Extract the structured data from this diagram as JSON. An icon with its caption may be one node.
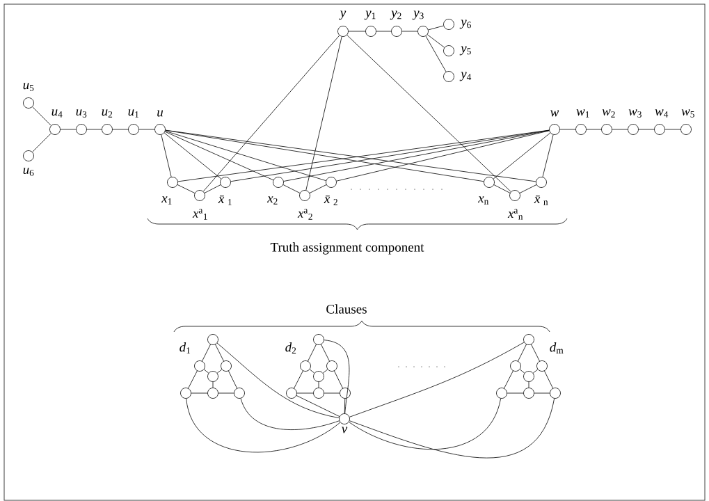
{
  "diagram": {
    "nodes": [
      {
        "text": [],
        "shape": "circle",
        "beside": [
          "*y*"
        ]
      },
      {
        "text": [],
        "shape": "circle",
        "beside": [
          "*y*$_{1}$"
        ]
      },
      {
        "text": [],
        "shape": "circle",
        "beside": [
          "*y*$_{2}$"
        ]
      },
      {
        "text": [],
        "shape": "circle",
        "beside": [
          "*y*$_{3}$"
        ]
      },
      {
        "text": [],
        "shape": "circle",
        "beside": [
          "*y*$_{6}$"
        ]
      },
      {
        "text": [],
        "shape": "circle",
        "beside": [
          "*y*$_{5}$"
        ]
      },
      {
        "text": [],
        "shape": "circle",
        "beside": [
          "*y*$_{4}$"
        ]
      },
      {
        "text": [],
        "shape": "circle",
        "beside": [
          "*u*$_{5}$"
        ]
      },
      {
        "text": [],
        "shape": "circle",
        "beside": [
          "*u*$_{4}$"
        ]
      },
      {
        "text": [],
        "shape": "circle",
        "beside": [
          "*u*$_{3}$"
        ]
      },
      {
        "text": [],
        "shape": "circle",
        "beside": [
          "*u*$_{2}$"
        ]
      },
      {
        "text": [],
        "shape": "circle",
        "beside": [
          "*u*$_{1}$"
        ]
      },
      {
        "text": [],
        "shape": "circle",
        "beside": [
          "*u*"
        ]
      },
      {
        "text": [],
        "shape": "circle",
        "beside": [
          "*u*$_{6}$"
        ]
      },
      {
        "text": [],
        "shape": "circle",
        "beside": [
          "*w*"
        ]
      },
      {
        "text": [],
        "shape": "circle",
        "beside": [
          "*w*$_{1}$"
        ]
      },
      {
        "text": [],
        "shape": "circle",
        "beside": [
          "*w*$_{2}$"
        ]
      },
      {
        "text": [],
        "shape": "circle",
        "beside": [
          "*w*$_{3}$"
        ]
      },
      {
        "text": [],
        "shape": "circle",
        "beside": [
          "*w*$_{4}$"
        ]
      },
      {
        "text": [],
        "shape": "circle",
        "beside": [
          "*w*$_{5}$"
        ]
      },
      {
        "text": [],
        "shape": "circle",
        "beside": [
          "*x*$_{1}$"
        ]
      },
      {
        "text": [],
        "shape": "circle",
        "beside": [
          "*x*$^{a}$$_{1}$"
        ]
      },
      {
        "text": [],
        "shape": "circle",
        "beside": [
          "*x̄*$_{1}$"
        ]
      },
      {
        "text": [],
        "shape": "circle",
        "beside": [
          "*x*$_{2}$"
        ]
      },
      {
        "text": [],
        "shape": "circle",
        "beside": [
          "*x*$^{a}$$_{2}$"
        ]
      },
      {
        "text": [],
        "shape": "circle",
        "beside": [
          "*x̄*$_{2}$"
        ]
      },
      {
        "text": [],
        "shape": "circle",
        "beside": [
          "*x*$_{n}$"
        ]
      },
      {
        "text": [],
        "shape": "circle",
        "beside": [
          "*x*$^{a}$$_{n}$"
        ]
      },
      {
        "text": [],
        "shape": "circle",
        "beside": [
          "*x̄*$_{n}$"
        ]
      },
      {
        "text": [],
        "shape": "circle"
      },
      {
        "text": [],
        "shape": "circle"
      },
      {
        "text": [],
        "shape": "circle"
      },
      {
        "text": [],
        "shape": "circle"
      },
      {
        "text": [],
        "shape": "circle"
      },
      {
        "text": [],
        "shape": "circle"
      },
      {
        "text": [],
        "shape": "circle"
      },
      {
        "text": [],
        "shape": "circle"
      },
      {
        "text": [],
        "shape": "circle"
      },
      {
        "text": [],
        "shape": "circle"
      },
      {
        "text": [],
        "shape": "circle"
      },
      {
        "text": [],
        "shape": "circle"
      },
      {
        "text": [],
        "shape": "circle"
      },
      {
        "text": [],
        "shape": "circle"
      },
      {
        "text": [],
        "shape": "circle"
      },
      {
        "text": [],
        "shape": "circle"
      },
      {
        "text": [],
        "shape": "circle"
      },
      {
        "text": [],
        "shape": "circle"
      },
      {
        "text": [],
        "shape": "circle"
      },
      {
        "text": [],
        "shape": "circle"
      },
      {
        "text": [],
        "shape": "circle"
      },
      {
        "text": [],
        "shape": "circle",
        "beside": [
          "*v*"
        ]
      }
    ],
    "edges": [
      {
        "from": 0,
        "to": 1,
        "arrow": "none"
      },
      {
        "from": 1,
        "to": 2,
        "arrow": "none"
      },
      {
        "from": 2,
        "to": 3,
        "arrow": "none"
      },
      {
        "from": 3,
        "to": 4,
        "arrow": "none"
      },
      {
        "from": 3,
        "to": 5,
        "arrow": "none"
      },
      {
        "from": 3,
        "to": 6,
        "arrow": "none"
      },
      {
        "from": 7,
        "to": 8,
        "arrow": "none"
      },
      {
        "from": 13,
        "to": 8,
        "arrow": "none"
      },
      {
        "from": 8,
        "to": 9,
        "arrow": "none"
      },
      {
        "from": 9,
        "to": 10,
        "arrow": "none"
      },
      {
        "from": 10,
        "to": 11,
        "arrow": "none"
      },
      {
        "from": 11,
        "to": 12,
        "arrow": "none"
      },
      {
        "from": 14,
        "to": 15,
        "arrow": "none"
      },
      {
        "from": 15,
        "to": 16,
        "arrow": "none"
      },
      {
        "from": 16,
        "to": 17,
        "arrow": "none"
      },
      {
        "from": 17,
        "to": 18,
        "arrow": "none"
      },
      {
        "from": 18,
        "to": 19,
        "arrow": "none"
      },
      {
        "from": 20,
        "to": 21,
        "arrow": "none"
      },
      {
        "from": 21,
        "to": 22,
        "arrow": "none"
      },
      {
        "from": 23,
        "to": 24,
        "arrow": "none"
      },
      {
        "from": 24,
        "to": 25,
        "arrow": "none"
      },
      {
        "from": 26,
        "to": 27,
        "arrow": "none"
      },
      {
        "from": 27,
        "to": 28,
        "arrow": "none"
      },
      {
        "from": 12,
        "to": 20,
        "arrow": "none"
      },
      {
        "from": 12,
        "to": 22,
        "arrow": "none"
      },
      {
        "from": 12,
        "to": 23,
        "arrow": "none"
      },
      {
        "from": 12,
        "to": 25,
        "arrow": "none"
      },
      {
        "from": 12,
        "to": 26,
        "arrow": "none"
      },
      {
        "from": 12,
        "to": 28,
        "arrow": "none"
      },
      {
        "from": 14,
        "to": 20,
        "arrow": "none"
      },
      {
        "from": 14,
        "to": 22,
        "arrow": "none"
      },
      {
        "from": 14,
        "to": 23,
        "arrow": "none"
      },
      {
        "from": 14,
        "to": 25,
        "arrow": "none"
      },
      {
        "from": 14,
        "to": 26,
        "arrow": "none"
      },
      {
        "from": 14,
        "to": 28,
        "arrow": "none"
      },
      {
        "from": 0,
        "to": 21,
        "arrow": "none"
      },
      {
        "from": 0,
        "to": 24,
        "arrow": "none"
      },
      {
        "from": 0,
        "to": 27,
        "arrow": "none"
      },
      {
        "from": 29,
        "to": 30,
        "arrow": "none"
      },
      {
        "from": 29,
        "to": 31,
        "arrow": "none"
      },
      {
        "from": 30,
        "to": 33,
        "arrow": "none"
      },
      {
        "from": 31,
        "to": 35,
        "arrow": "none"
      },
      {
        "from": 30,
        "to": 32,
        "arrow": "none"
      },
      {
        "from": 31,
        "to": 32,
        "arrow": "none"
      },
      {
        "from": 32,
        "to": 34,
        "arrow": "none"
      },
      {
        "from": 33,
        "to": 34,
        "arrow": "none"
      },
      {
        "from": 34,
        "to": 35,
        "arrow": "none"
      },
      {
        "from": 36,
        "to": 37,
        "arrow": "none"
      },
      {
        "from": 36,
        "to": 38,
        "arrow": "none"
      },
      {
        "from": 37,
        "to": 40,
        "arrow": "none"
      },
      {
        "from": 38,
        "to": 42,
        "arrow": "none"
      },
      {
        "from": 37,
        "to": 39,
        "arrow": "none"
      },
      {
        "from": 38,
        "to": 39,
        "arrow": "none"
      },
      {
        "from": 39,
        "to": 41,
        "arrow": "none"
      },
      {
        "from": 40,
        "to": 41,
        "arrow": "none"
      },
      {
        "from": 41,
        "to": 42,
        "arrow": "none"
      },
      {
        "from": 43,
        "to": 44,
        "arrow": "none"
      },
      {
        "from": 43,
        "to": 45,
        "arrow": "none"
      },
      {
        "from": 44,
        "to": 47,
        "arrow": "none"
      },
      {
        "from": 45,
        "to": 49,
        "arrow": "none"
      },
      {
        "from": 44,
        "to": 46,
        "arrow": "none"
      },
      {
        "from": 45,
        "to": 46,
        "arrow": "none"
      },
      {
        "from": 46,
        "to": 48,
        "arrow": "none"
      },
      {
        "from": 47,
        "to": 48,
        "arrow": "none"
      },
      {
        "from": 48,
        "to": 49,
        "arrow": "none"
      },
      {
        "from": 29,
        "to": 50,
        "arrow": "none"
      },
      {
        "from": 33,
        "to": 50,
        "arrow": "none"
      },
      {
        "from": 35,
        "to": 50,
        "arrow": "none"
      },
      {
        "from": 36,
        "to": 50,
        "arrow": "none"
      },
      {
        "from": 40,
        "to": 50,
        "arrow": "none"
      },
      {
        "from": 42,
        "to": 50,
        "arrow": "none"
      },
      {
        "from": 43,
        "to": 50,
        "arrow": "none"
      },
      {
        "from": 47,
        "to": 50,
        "arrow": "none"
      },
      {
        "from": 49,
        "to": 50,
        "arrow": "none"
      }
    ],
    "labels": [
      "Truth assignment component",
      "Clauses",
      "*d*$_{1}$",
      "*d*$_{2}$",
      "*d*$_{m}$"
    ]
  }
}
